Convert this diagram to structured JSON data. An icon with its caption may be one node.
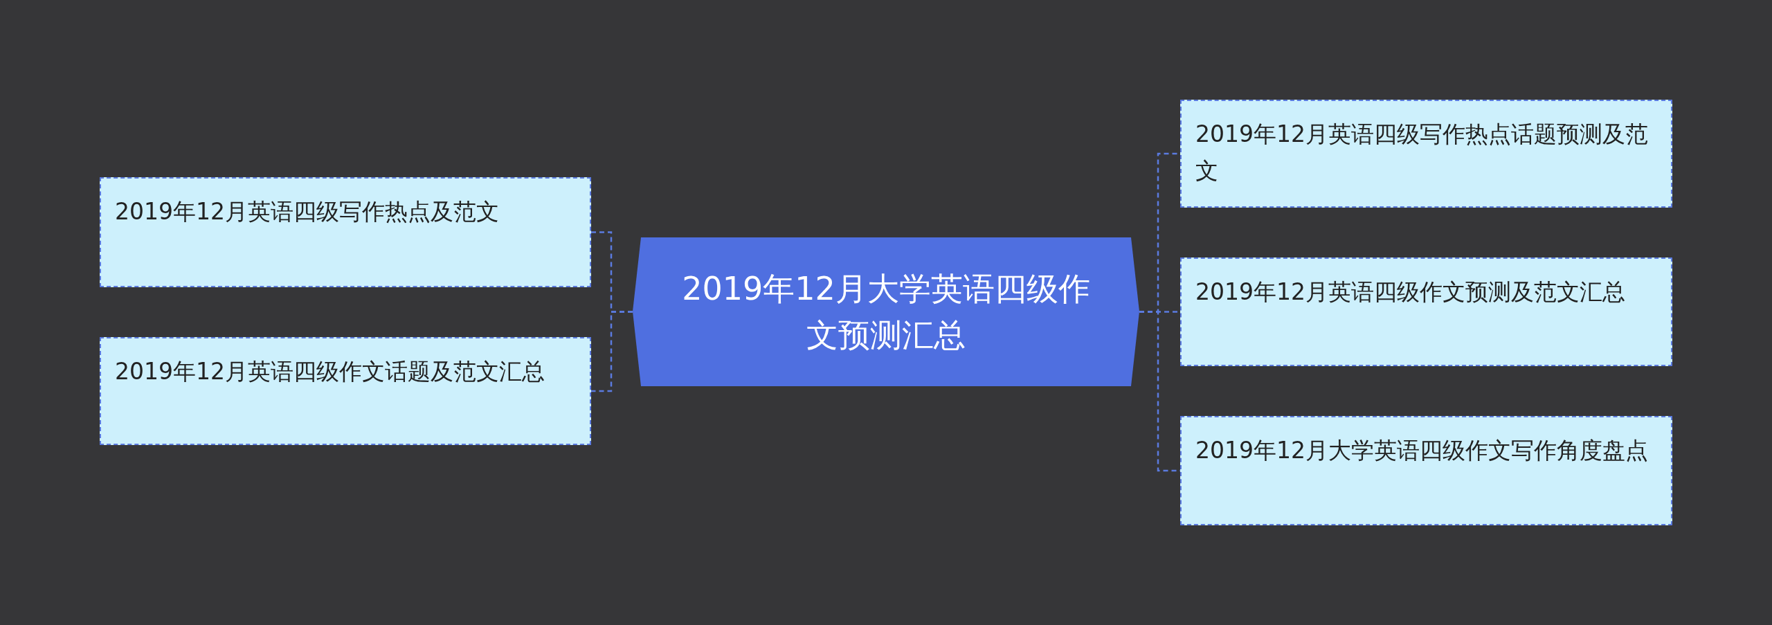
{
  "diagram": {
    "nodes": [
      {
        "text": [
          "2019年12月大学英语四级作文预测汇总"
        ]
      },
      {
        "text": [
          "2019年12月英语四级写作热点及范文"
        ]
      },
      {
        "text": [
          "2019年12月英语四级作文话题及范文汇总"
        ]
      },
      {
        "text": [
          "2019年12月英语四级写作热点话题预测及范文"
        ]
      },
      {
        "text": [
          "2019年12月英语四级作文预测及范文汇总"
        ]
      },
      {
        "text": [
          "2019年12月大学英语四级作文写作角度盘点"
        ]
      }
    ],
    "edges": [
      {
        "from": 0,
        "to": 1,
        "arrow": "none"
      },
      {
        "from": 0,
        "to": 2,
        "arrow": "none"
      },
      {
        "from": 0,
        "to": 3,
        "arrow": "none"
      },
      {
        "from": 0,
        "to": 4,
        "arrow": "none"
      },
      {
        "from": 0,
        "to": 5,
        "arrow": "none"
      }
    ]
  }
}
